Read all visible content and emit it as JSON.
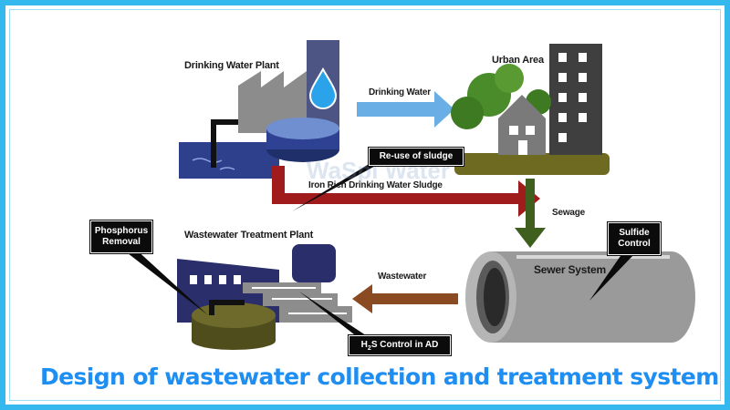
{
  "diagram": {
    "labels": {
      "drinking_water_plant": "Drinking Water Plant",
      "urban_area": "Urban Area",
      "drinking_water": "Drinking Water",
      "iron_rich_sludge": "Iron Rich Drinking Water Sludge",
      "sewage": "Sewage",
      "sewer_system": "Sewer System",
      "wastewater": "Wastewater",
      "wastewater_treatment_plant": "Wastewater Treatment Plant"
    },
    "callouts": {
      "reuse_of_sludge": "Re-use of sludge",
      "phosphorus_removal_line1": "Phosphorus",
      "phosphorus_removal_line2": "Removal",
      "sulfide_control_line1": "Sulfide",
      "sulfide_control_line2": "Control",
      "h2s_control_prefix": "H",
      "h2s_control_sub": "2",
      "h2s_control_suffix": "S Control in AD"
    },
    "watermark": "WaSpi Water",
    "caption": "Design of wastewater collection and treatment system",
    "colors": {
      "frame": "#35b8ee",
      "caption": "#1e8ef2",
      "arrow_blue": "#6aaee6",
      "arrow_red": "#a01c1c",
      "arrow_green": "#3f5f1f",
      "arrow_brown": "#8a4a22",
      "factory_gray": "#8c8c8c",
      "water_blue": "#2e3f8c",
      "tank_blue": "#6f8fd0",
      "ground_olive": "#6e6a22",
      "tree_green": "#4a8b2a",
      "building_dark": "#3f3f3f",
      "wwtp_navy": "#2a2e6a",
      "sludge_olive": "#6e6a2c"
    }
  }
}
